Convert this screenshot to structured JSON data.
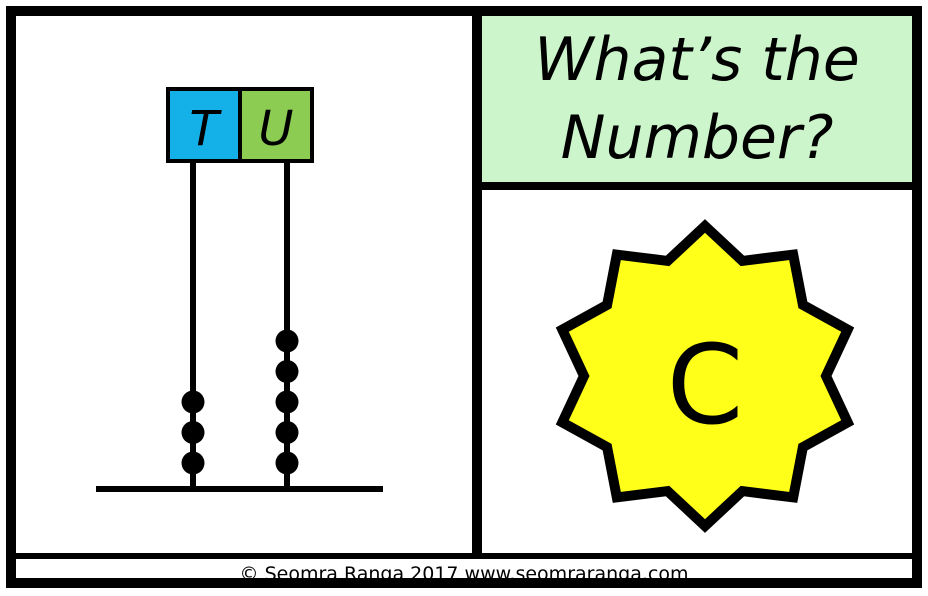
{
  "title": {
    "line1": "What’s the",
    "line2": "Number?"
  },
  "abacus": {
    "tens_label": "T",
    "units_label": "U",
    "tens_beads": 3,
    "units_beads": 5
  },
  "answer": {
    "letter": "C"
  },
  "footer": {
    "copyright": "© Seomra Ranga 2017 www.seomraranga.com"
  },
  "colors": {
    "tens_label_bg": "#14b0e8",
    "units_label_bg": "#8ccc52",
    "title_bg": "#ccf5cc",
    "star_fill": "#ffff1a",
    "border": "#000000"
  }
}
